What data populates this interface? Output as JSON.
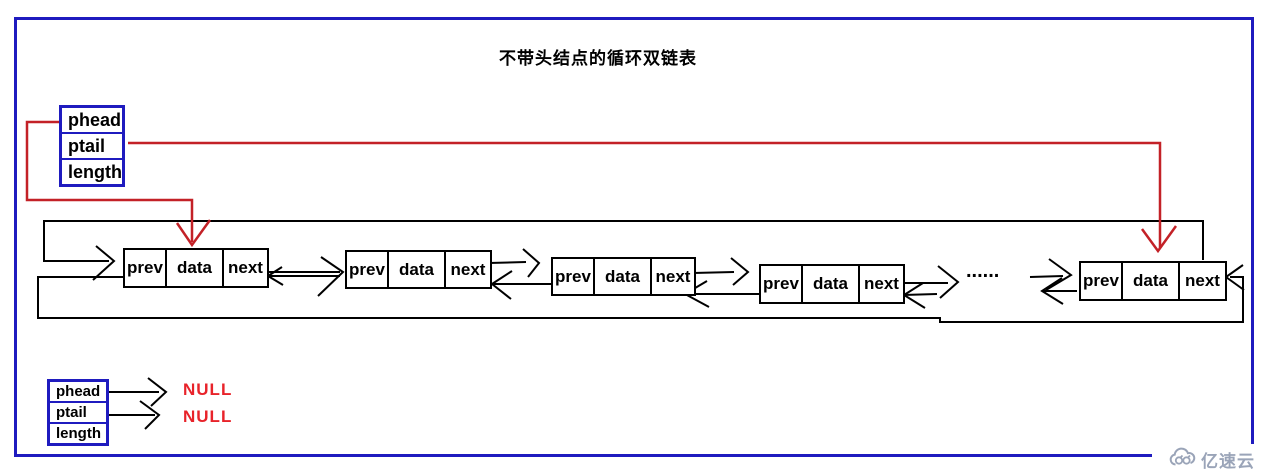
{
  "title": "不带头结点的循环双链表",
  "pointer_block_top": {
    "rows": [
      "phead",
      "ptail",
      "length"
    ]
  },
  "pointer_block_bottom": {
    "rows": [
      "phead",
      "ptail",
      "length"
    ]
  },
  "null_section": {
    "values": [
      "NULL",
      "NULL"
    ]
  },
  "nodes": {
    "cells": [
      "prev",
      "data",
      "next"
    ],
    "count": 5,
    "ellipsis": "......"
  },
  "watermark": {
    "text": "亿速云"
  },
  "colors": {
    "frame_blue": "#1f1bbf",
    "pointer_red": "#c32127",
    "null_red": "#e8232a",
    "line_black": "#000000",
    "watermark_gray": "#9aa4b8"
  }
}
